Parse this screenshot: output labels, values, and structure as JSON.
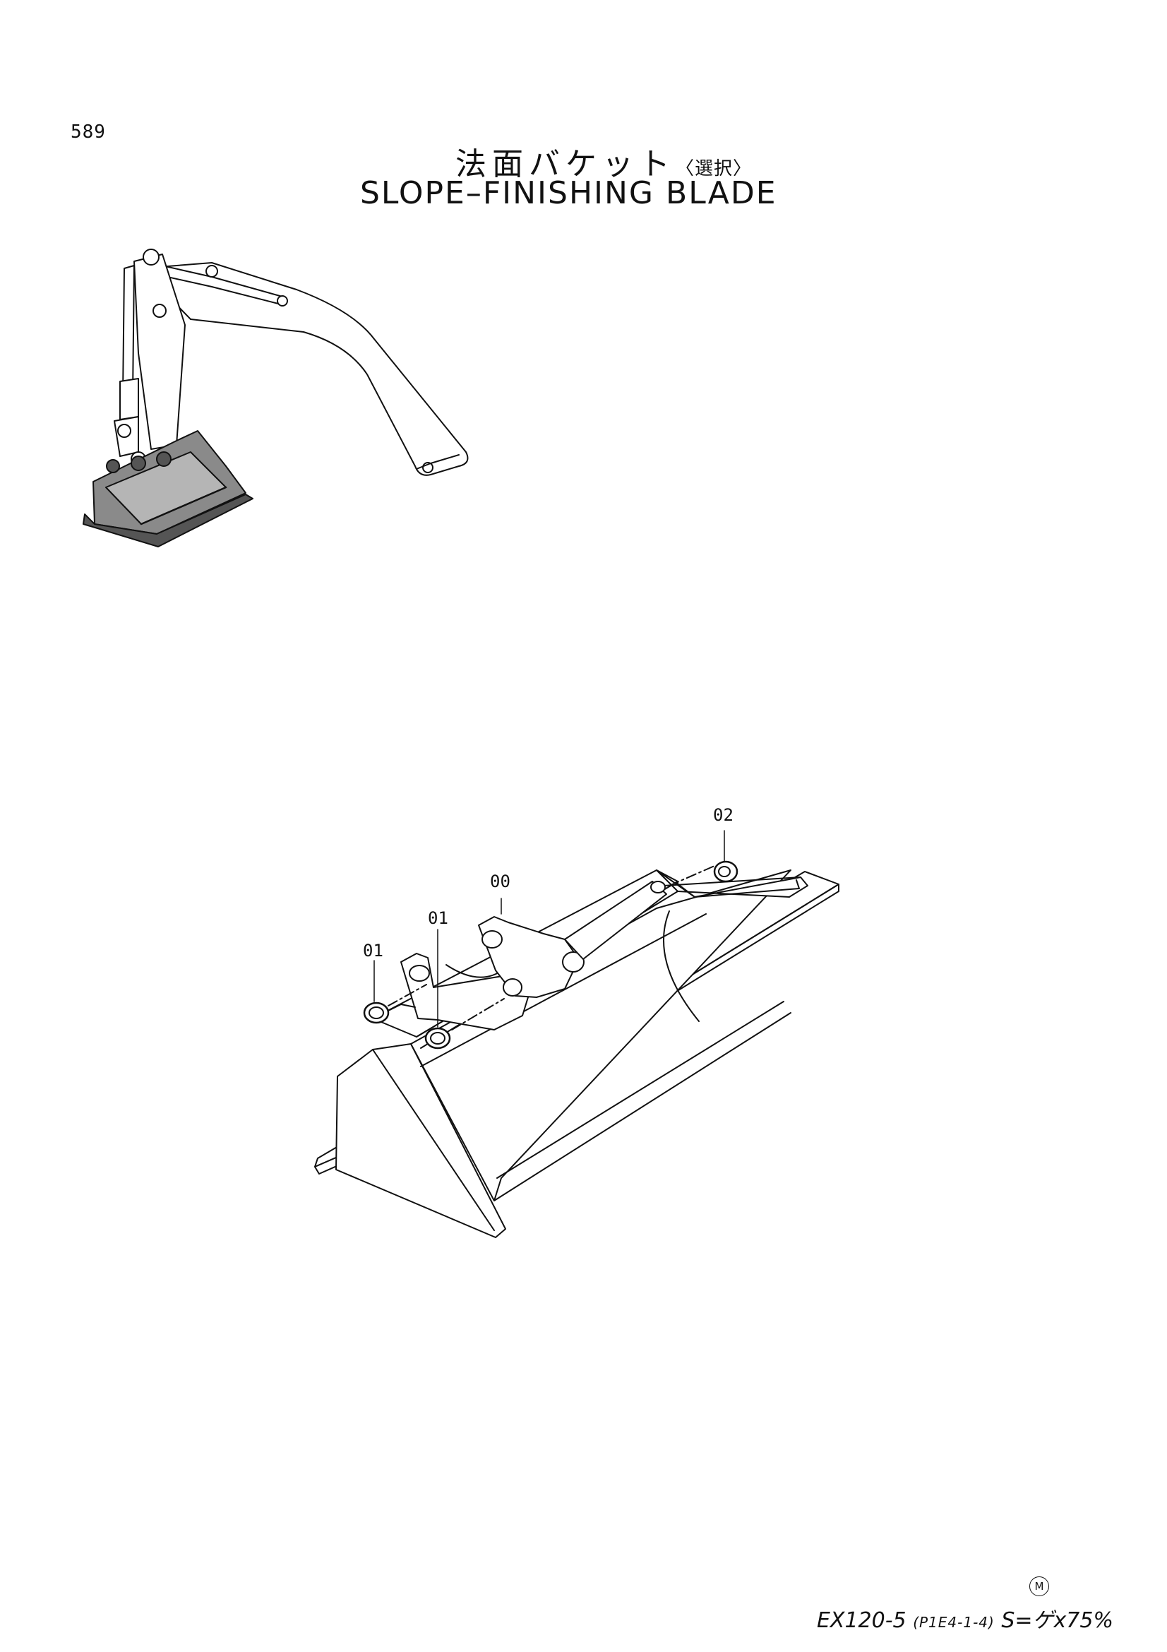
{
  "page_number": "589",
  "title_jp": "法面バケット",
  "title_jp_sub": "〈選択〉",
  "title_en": "SLOPE–FINISHING BLADE",
  "callouts": [
    "02",
    "00",
    "01",
    "01"
  ],
  "footer": {
    "model": "EX120-5",
    "code": "(P1E4-1-4)",
    "scale": "S=ゲx75%",
    "mark": "M"
  }
}
